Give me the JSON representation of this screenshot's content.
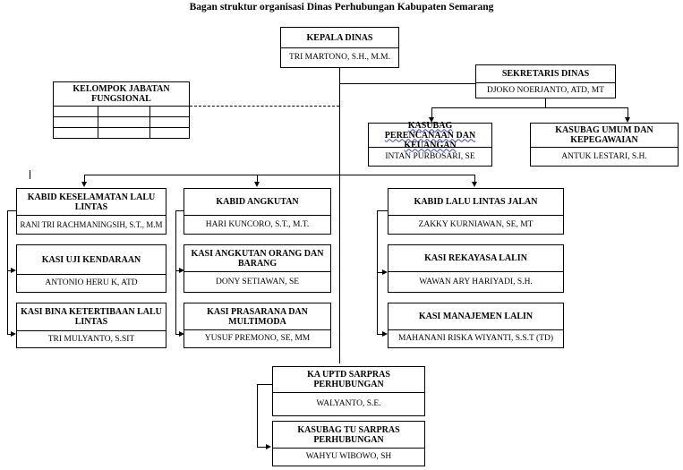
{
  "title": "Bagan struktur organisasi Dinas Perhubungan Kabupaten Semarang",
  "kepala": {
    "position": "KEPALA DINAS",
    "name": "TRI MARTONO, S.H., M.M."
  },
  "sekretaris": {
    "position": "SEKRETARIS DINAS",
    "name": "DJOKO NOERJANTO, ATD, MT"
  },
  "jabatan_fungsional": {
    "position": "KELOMPOK JABATAN FUNGSIONAL"
  },
  "kasubag_perencanaan": {
    "position": "KASUBAG PERENCANAAN DAN KEUANGAN",
    "name": "INTAN PURBOSARI, SE"
  },
  "kasubag_umum": {
    "position": "KASUBAG UMUM DAN KEPEGAWAIAN",
    "name": "ANTUK LESTARI, S.H."
  },
  "kabid_keselamatan": {
    "position": "KABID KESELAMATAN LALU LINTAS",
    "name": "RANI TRI RACHMANINGSIH, S.T., M.M"
  },
  "kasi_uji": {
    "position": "KASI UJI KENDARAAN",
    "name": "ANTONIO HERU K, ATD"
  },
  "kasi_bina": {
    "position": "KASI BINA KETERTIBAAN LALU LINTAS",
    "name": "TRI MULYANTO, S.SIT"
  },
  "kabid_angkutan": {
    "position": "KABID ANGKUTAN",
    "name": "HARI KUNCORO, S.T., M.T."
  },
  "kasi_angkutan": {
    "position": "KASI ANGKUTAN ORANG DAN BARANG",
    "name": "DONY SETIAWAN, SE"
  },
  "kasi_prasarana": {
    "position": "KASI PRASARANA DAN MULTIMODA",
    "name": "YUSUF PREMONO, SE, MM"
  },
  "kabid_lalin": {
    "position": "KABID LALU LINTAS JALAN",
    "name": "ZAKKY KURNIAWAN, SE, MT"
  },
  "kasi_rekayasa": {
    "position": "KASI REKAYASA LALIN",
    "name": "WAWAN ARY HARIYADI, S.H."
  },
  "kasi_manajemen": {
    "position": "KASI MANAJEMEN LALIN",
    "name": "MAHANANI RISKA WIYANTI, S.S.T (TD)"
  },
  "ka_uptd": {
    "position": "KA UPTD SARPRAS PERHUBUNGAN",
    "name": "WALYANTO, S.E."
  },
  "kasubag_tu": {
    "position": "KASUBAG TU SARPRAS PERHUBUNGAN",
    "name": "WAHYU WIBOWO, SH"
  }
}
